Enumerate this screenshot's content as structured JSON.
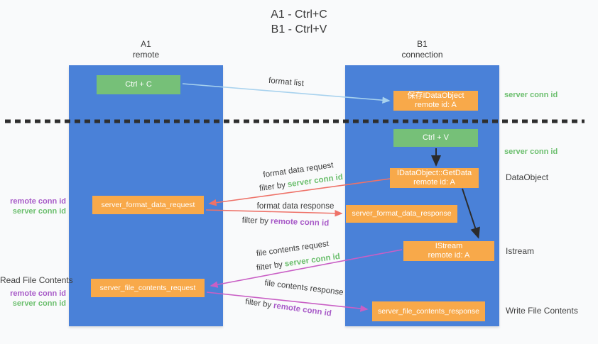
{
  "title": {
    "line1": "A1 - Ctrl+C",
    "line2": "B1 - Ctrl+V"
  },
  "lanes": {
    "a1": {
      "name": "A1",
      "subtitle": "remote"
    },
    "b1": {
      "name": "B1",
      "subtitle": "connection"
    }
  },
  "nodes": {
    "ctrl_c": {
      "label": "Ctrl + C"
    },
    "save_dataobject": {
      "line1": "保存IDataObject",
      "line2": "remote id: A"
    },
    "ctrl_v": {
      "label": "Ctrl + V"
    },
    "getdata": {
      "line1": "IDataObject::GetData",
      "line2": "remote id: A"
    },
    "server_format_data_request": {
      "label": "server_format_data_request"
    },
    "server_format_data_response": {
      "label": "server_format_data_response"
    },
    "istream": {
      "line1": "IStream",
      "line2": "remote id: A"
    },
    "server_file_contents_request": {
      "label": "server_file_contents_request"
    },
    "server_file_contents_response": {
      "label": "server_file_contents_response"
    }
  },
  "arrows": {
    "format_list": {
      "label": "format list"
    },
    "format_data_request": {
      "label": "format data request",
      "filter_prefix": "filter by",
      "filter_value": "server conn id"
    },
    "format_data_response": {
      "label": "format data response",
      "filter_prefix": "filter by",
      "filter_value": "remote conn id"
    },
    "file_contents_request": {
      "label": "file contents request",
      "filter_prefix": "filter by",
      "filter_value": "server conn id"
    },
    "file_contents_response": {
      "label": "file contents response",
      "filter_prefix": "filter by",
      "filter_value": "remote conn id"
    }
  },
  "side_labels": {
    "right_server_conn_id_top": "server conn id",
    "right_server_conn_id_mid": "server conn id",
    "right_dataobject": "DataObject",
    "right_istream": "Istream",
    "right_write_file": "Write File Contents",
    "left_remote_conn_id_top": "remote conn id",
    "left_server_conn_id_top": "server conn id",
    "left_read_file": "Read File Contents",
    "left_remote_conn_id_bottom": "remote conn id",
    "left_server_conn_id_bottom": "server conn id"
  },
  "colors": {
    "lane_blue": "#4a81d8",
    "node_green": "#76c078",
    "node_orange": "#f8a94a",
    "arrow_blue": "#a8d2ee",
    "arrow_red": "#ee7268",
    "arrow_magenta": "#c95fc5",
    "arrow_black": "#2b2b2b",
    "text_green": "#6cbf6e",
    "text_purple": "#a85bc8",
    "text_dark": "#3f3f3f"
  }
}
